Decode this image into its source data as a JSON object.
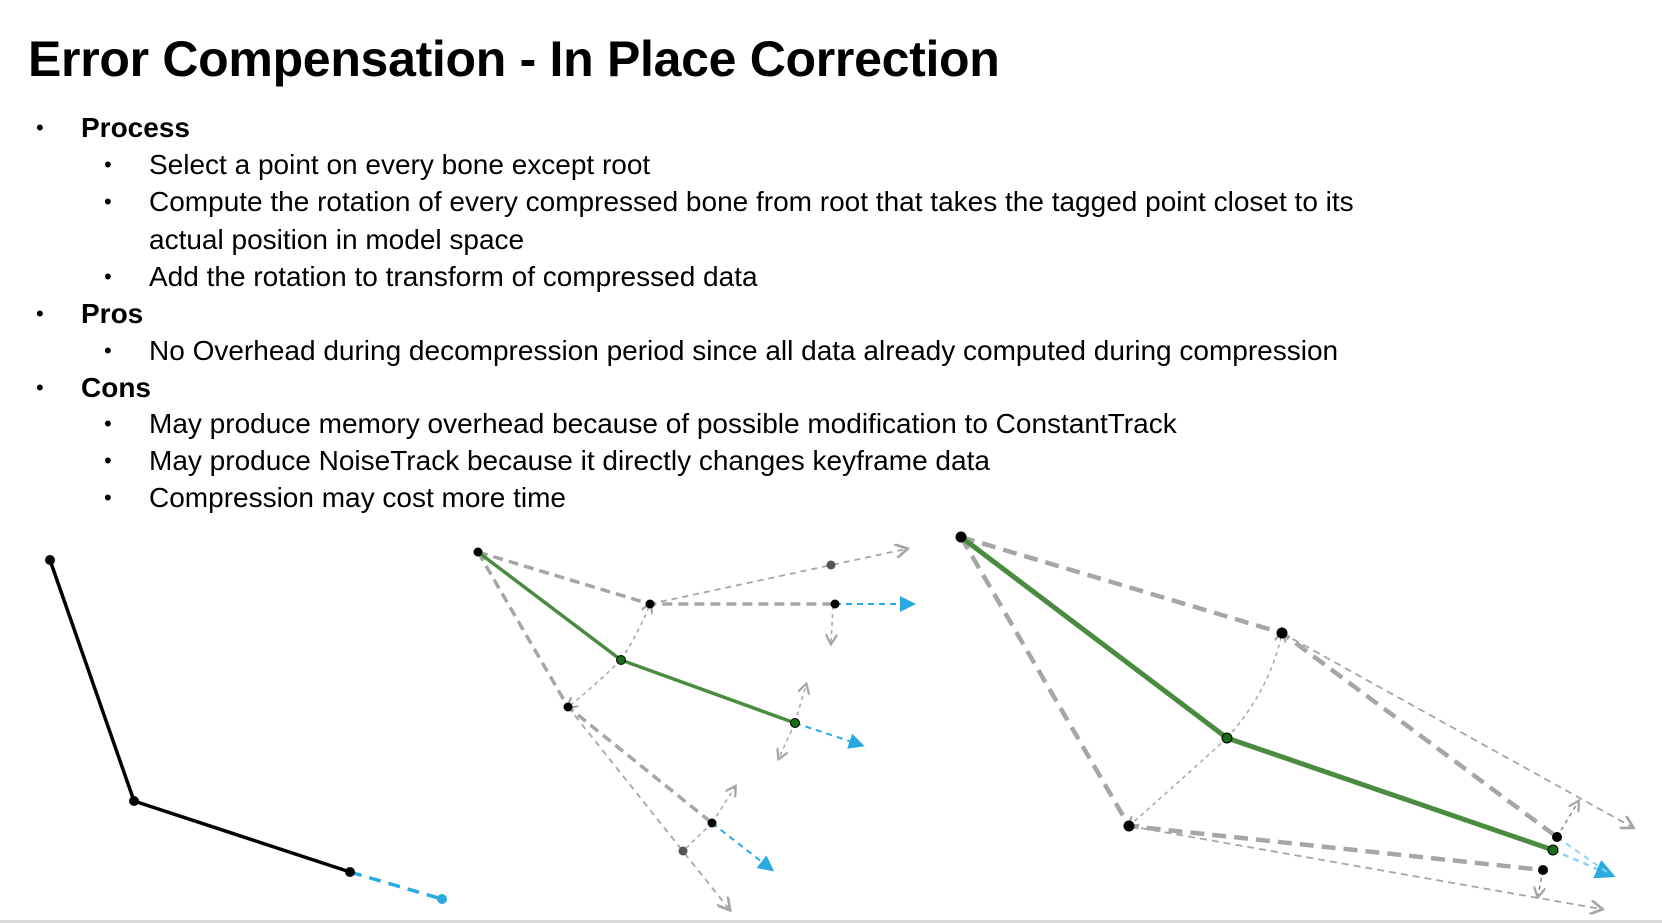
{
  "title": "Error Compensation - In Place Correction",
  "sections": [
    {
      "heading": "Process",
      "items": [
        "Select a point on every bone except root",
        "Compute the rotation of every compressed bone from root that takes the tagged point closet to its",
        "actual position in model space",
        "Add the rotation to transform of compressed data"
      ]
    },
    {
      "heading": "Pros",
      "items": [
        "No Overhead during decompression period since all data already computed during compression"
      ]
    },
    {
      "heading": "Cons",
      "items": [
        "May produce memory overhead because of possible modification to ConstantTrack",
        "May produce NoiseTrack because it directly changes keyframe data",
        "Compression may cost more time"
      ]
    }
  ],
  "bullet": "•",
  "colors": {
    "bone": "#000000",
    "corrected_bone": "#4a8c3f",
    "target": "#29abe2",
    "guide": "#a6a6a6"
  }
}
